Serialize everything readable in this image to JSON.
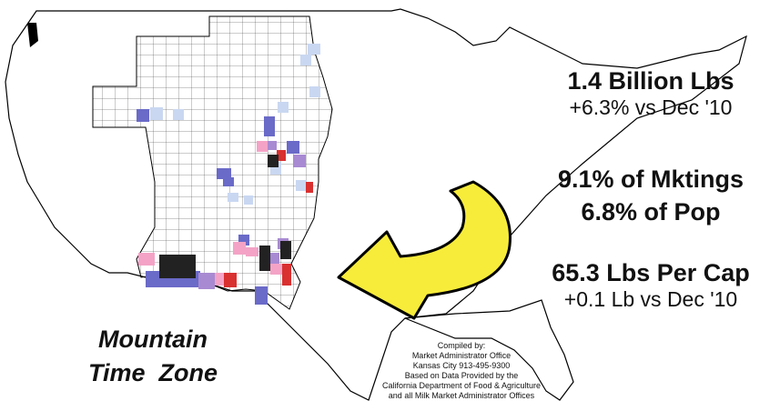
{
  "stats": {
    "volume": "1.4 Billion Lbs",
    "volume_change": "+6.3% vs Dec '10",
    "share_marketings": "9.1% of Mktings",
    "share_population": "6.8% of Pop",
    "per_capita": "65.3 Lbs Per Cap",
    "per_capita_change": "+0.1 Lb vs Dec '10"
  },
  "zone_label": {
    "line1": "Mountain",
    "line2": "Time  Zone"
  },
  "credits": [
    "Compiled by:",
    "Market Administrator Office",
    "Kansas City 913-495-9300",
    "Based on Data Provided by the",
    "California Department of Food & Agriculture",
    "and all Milk Market Administrator Offices"
  ],
  "colors": {
    "dark": "#222222",
    "red": "#d93030",
    "blue": "#6a6ac8",
    "purple": "#a88ad2",
    "pink": "#f4a3c6",
    "light_blue": "#c9d7f1",
    "arrow_fill": "#f7ec3a",
    "outline": "#000000"
  }
}
